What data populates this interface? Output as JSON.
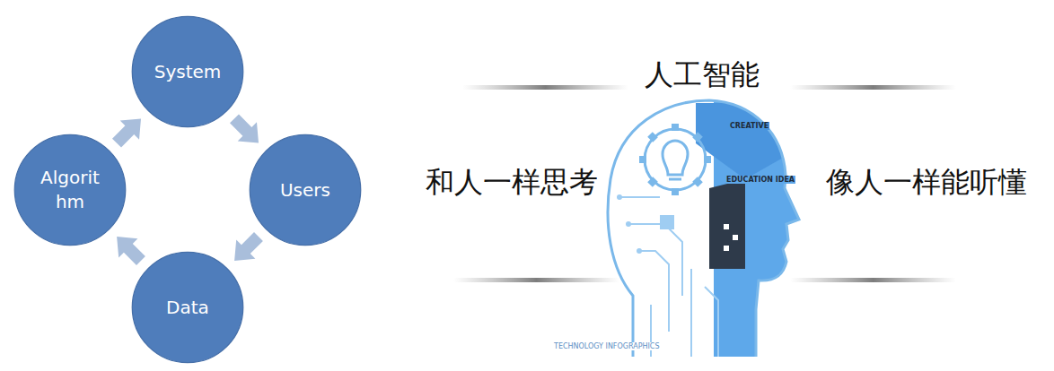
{
  "diagram": {
    "nodes": [
      {
        "text": [
          "System"
        ]
      },
      {
        "text": [
          "Users"
        ]
      },
      {
        "text": [
          "Data"
        ]
      },
      {
        "text": [
          "Algorit hm"
        ]
      }
    ],
    "edges": [
      {
        "from": 0,
        "to": 1,
        "arrow": "to"
      },
      {
        "from": 1,
        "to": 2,
        "arrow": "to"
      },
      {
        "from": 2,
        "to": 3,
        "arrow": "to"
      },
      {
        "from": 3,
        "to": 0,
        "arrow": "to"
      }
    ],
    "labels": [
      "人工智能",
      "和人一样思考",
      "像人一样能听懂",
      "CREATIVE",
      "EDUCATION IDEA",
      "TECHNOLOGY INFOGRAPHICS"
    ]
  }
}
